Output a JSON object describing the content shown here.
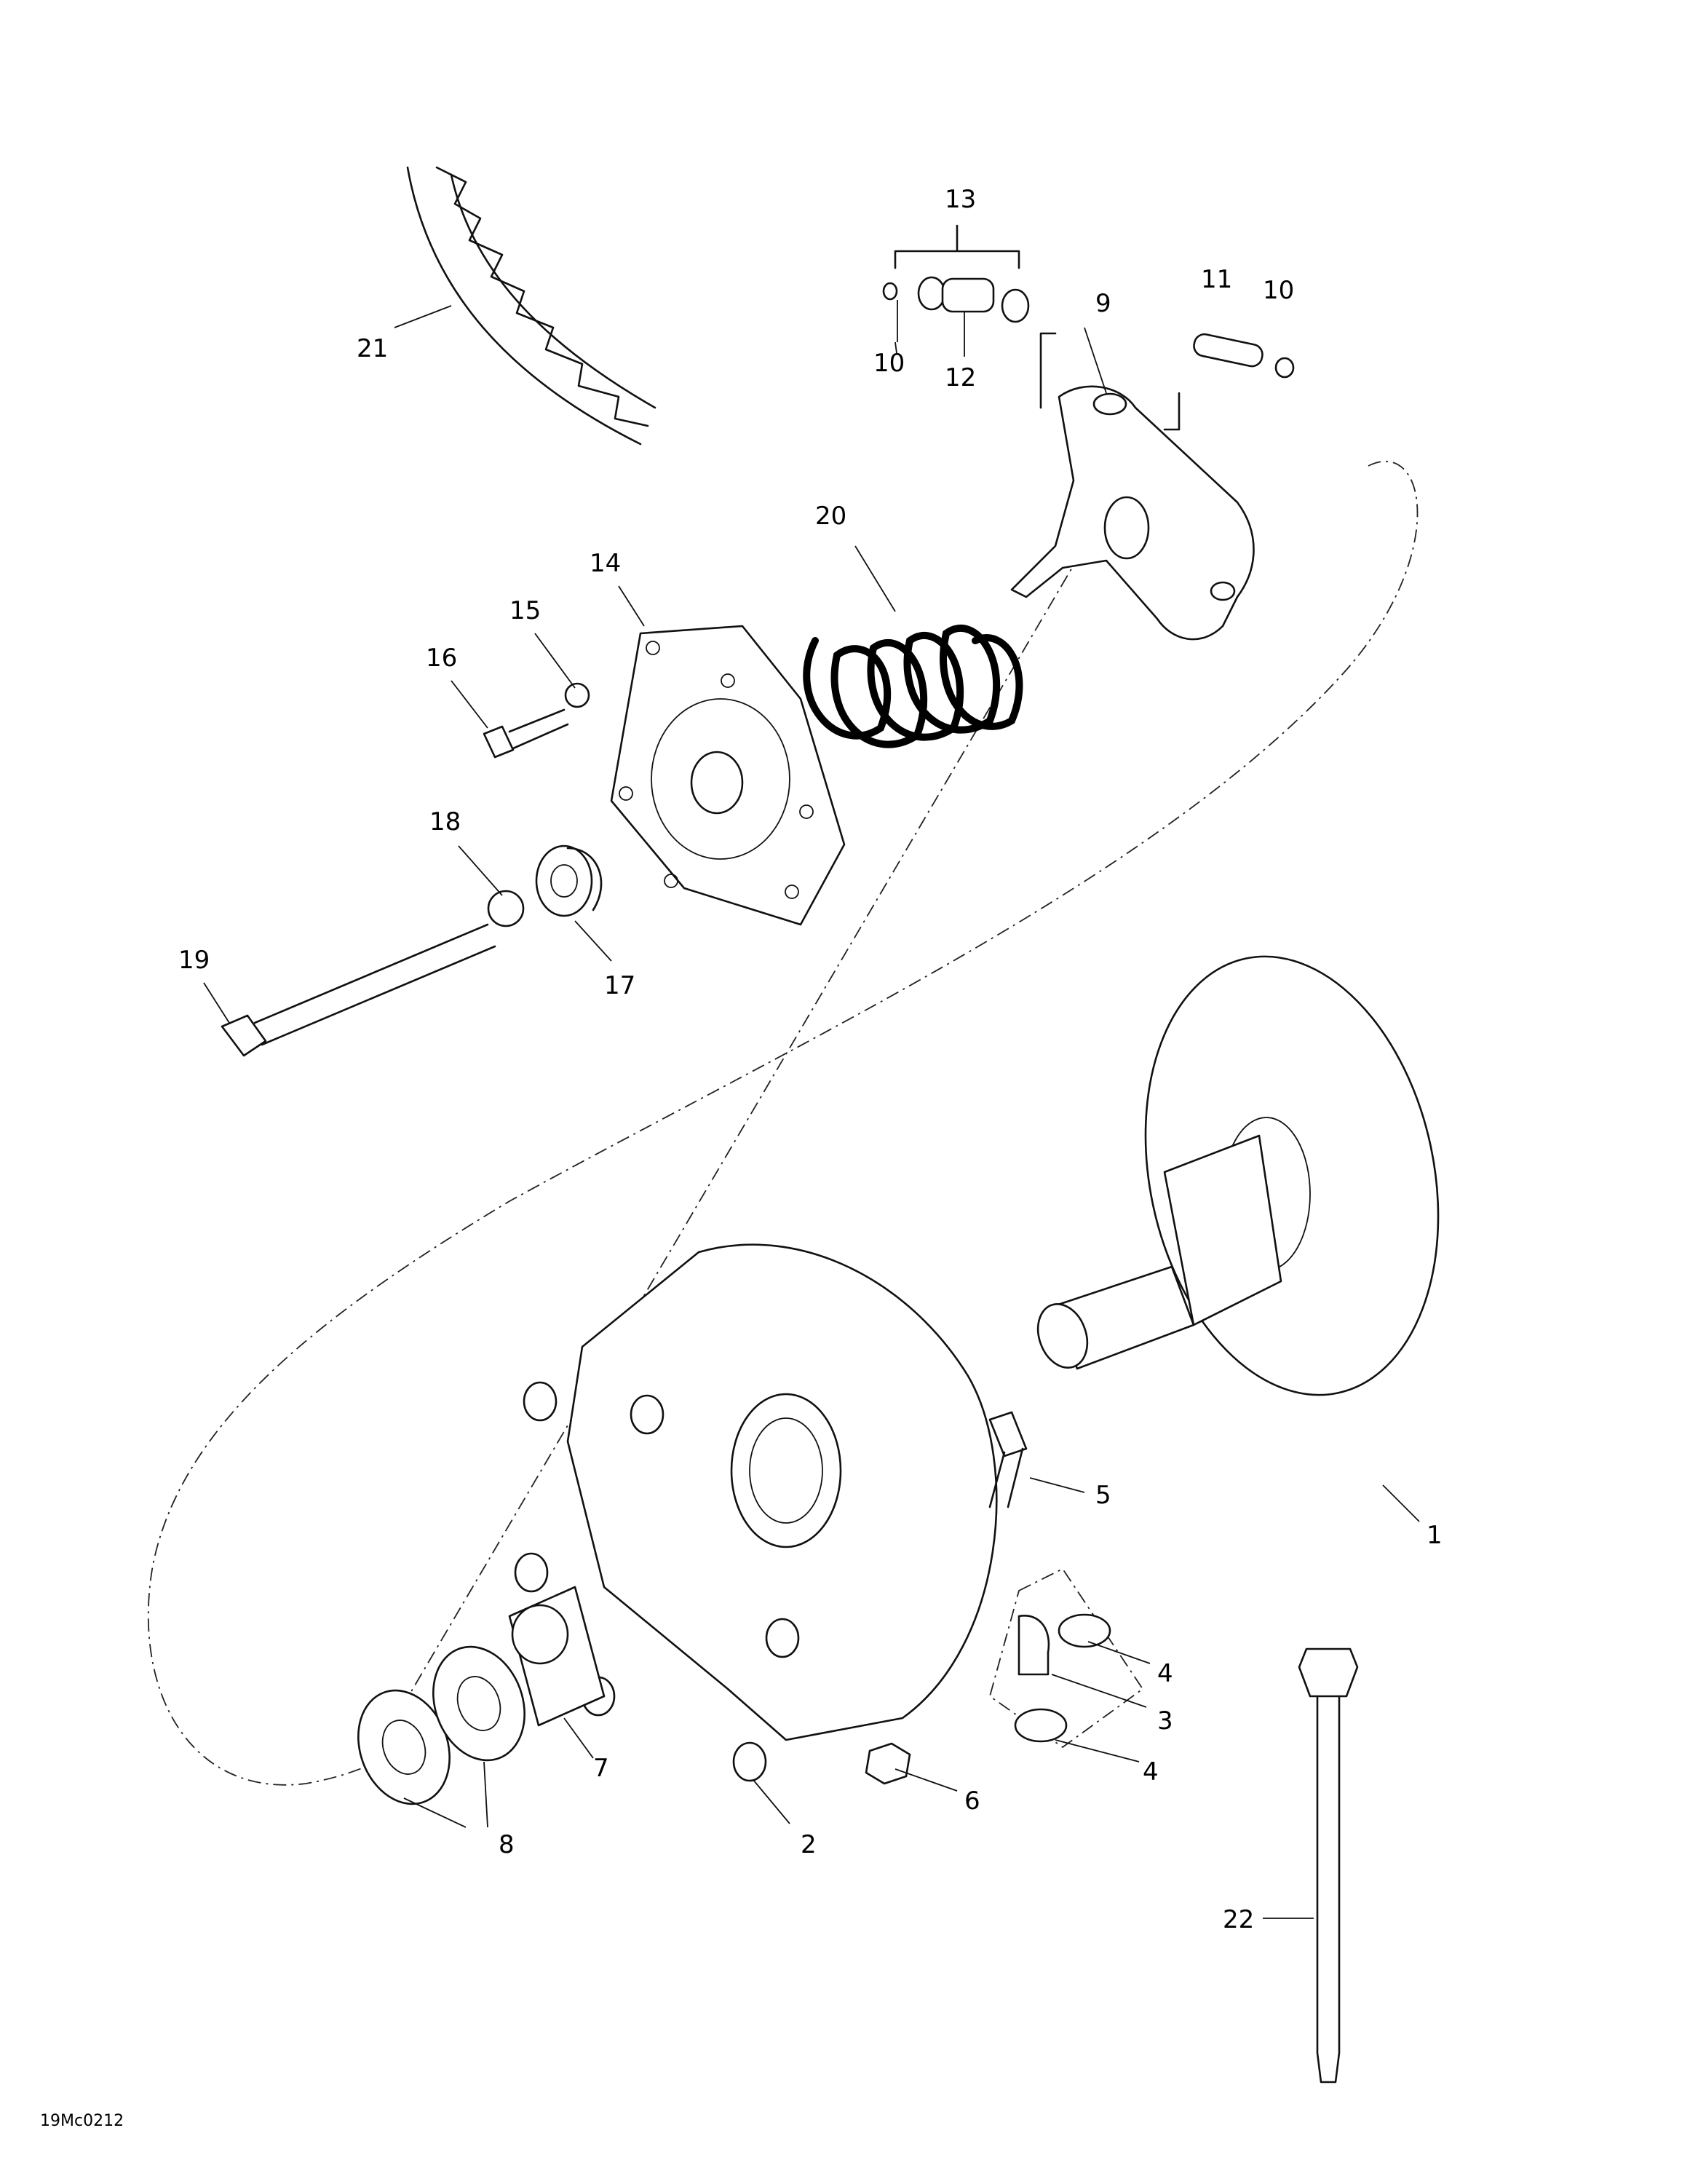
{
  "drawing": {
    "code": "19Mc0212",
    "callouts": {
      "c1": "1",
      "c2": "2",
      "c3": "3",
      "c4a": "4",
      "c4b": "4",
      "c5": "5",
      "c6": "6",
      "c7": "7",
      "c8": "8",
      "c9": "9",
      "c10a": "10",
      "c10b": "10",
      "c11": "11",
      "c12": "12",
      "c13": "13",
      "c14": "14",
      "c15": "15",
      "c16": "16",
      "c17": "17",
      "c18": "18",
      "c19": "19",
      "c20": "20",
      "c21": "21",
      "c22": "22"
    }
  }
}
